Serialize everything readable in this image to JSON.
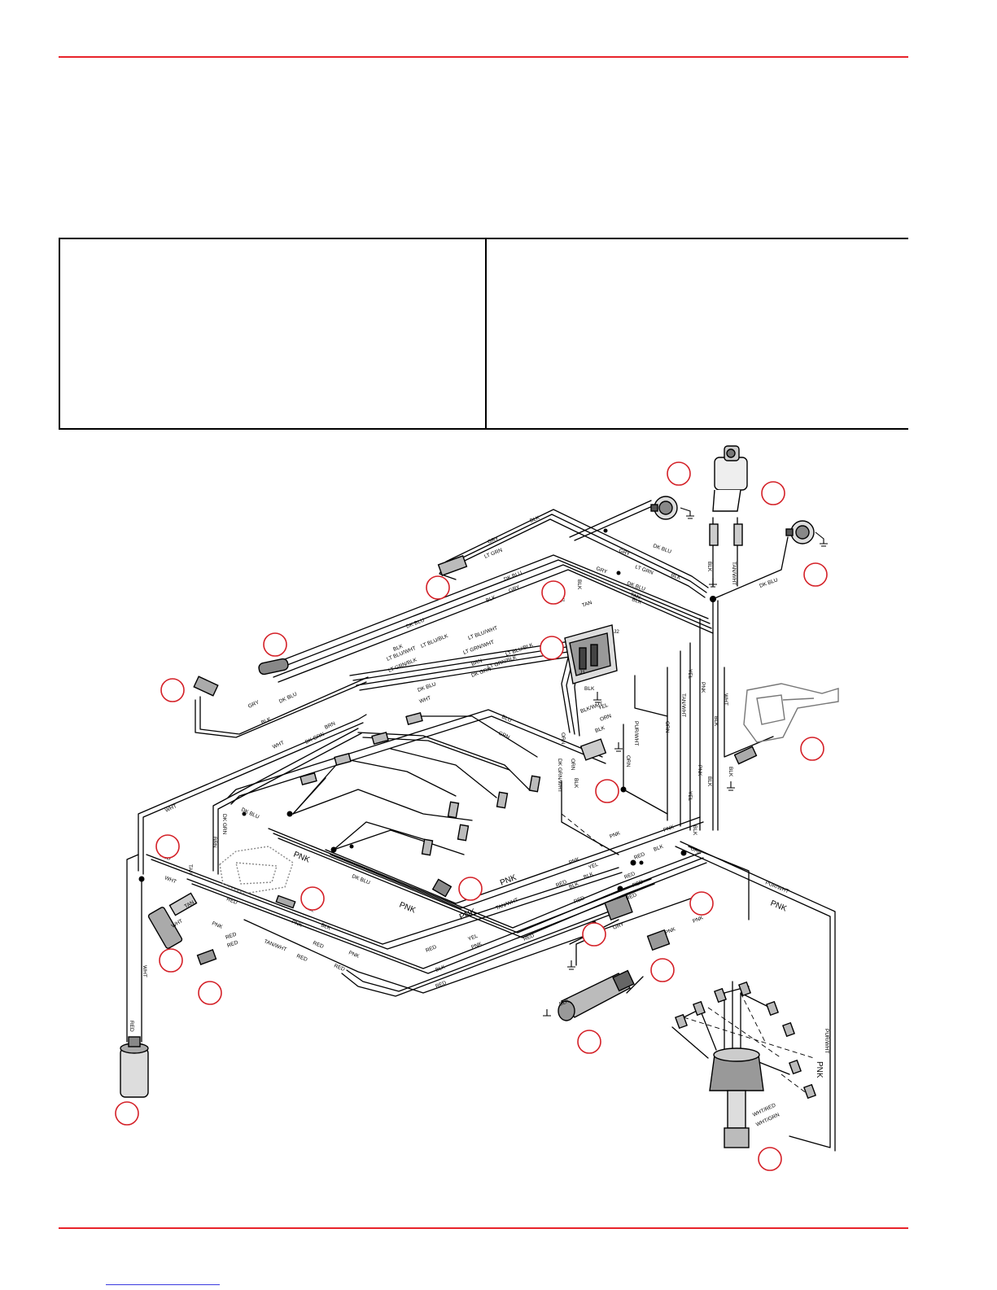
{
  "colors": {
    "accent_rule": "#e8232a",
    "callout_ring": "#d42027",
    "link_underline": "#3a3adf",
    "line": "#000000"
  },
  "legend": {
    "left_text": "",
    "right_text": ""
  },
  "callouts": [
    "",
    "",
    "",
    "",
    "",
    "",
    "",
    "",
    "",
    "",
    "",
    "",
    "",
    "",
    "",
    "",
    "",
    "",
    "",
    "",
    ""
  ],
  "wire_labels": {
    "gry": "GRY",
    "blk": "BLK",
    "dk_blu": "DK BLU",
    "lt_grn": "LT GRN",
    "tan": "TAN",
    "tan_wht": "TAN/WHT",
    "lt_blu_wht": "LT BLU/WHT",
    "lt_blu_blk": "LT BLU/BLK",
    "lt_grn_wht": "LT GRN/WHT",
    "lt_grn_blk": "LT GRN/BLK",
    "brn": "BRN",
    "dk_grn": "DK GRN",
    "wht": "WHT",
    "blu": "BLU",
    "grn": "GRN",
    "orn": "ORN",
    "yel": "YEL",
    "pnk": "PNK",
    "pur_wht": "PUR/WHT",
    "red": "RED",
    "blk_wht": "BLK/WHT",
    "dk_grn_wht": "DK GRN/WHT",
    "wht_red": "WHT/RED",
    "wht_grn": "WHT/GRN",
    "j1": "J1",
    "j2": "J2"
  }
}
